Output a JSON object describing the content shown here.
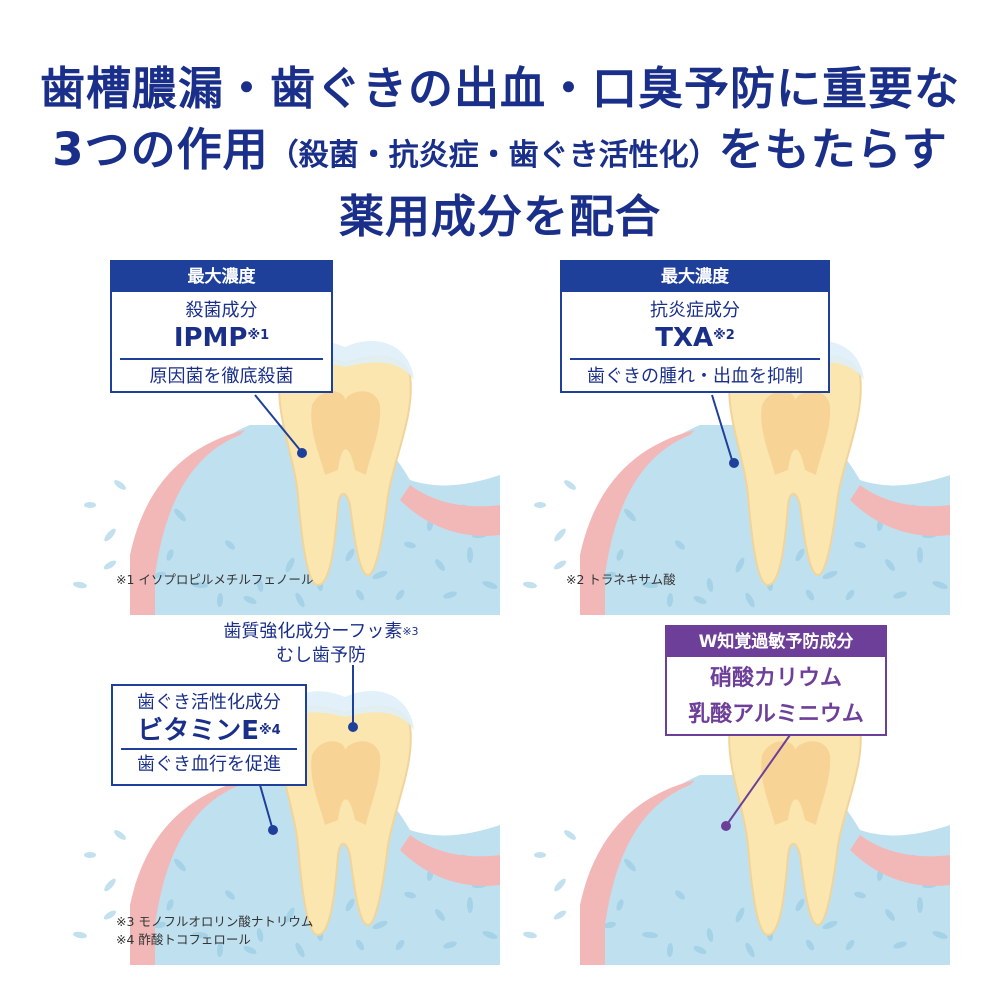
{
  "headline": {
    "line1": "歯槽膿漏・歯ぐきの出血・口臭予防に重要な",
    "line2_start": "3つの作用",
    "line2_paren": "（殺菌・抗炎症・歯ぐき活性化）",
    "line2_end": "をもたらす",
    "line3": "薬用成分を配合"
  },
  "panel1": {
    "header": "最大濃度",
    "type": "殺菌成分",
    "name": "IPMP",
    "note_mark": "※1",
    "effect": "原因菌を徹底殺菌",
    "footnote": "※1 イソプロピルメチルフェノール"
  },
  "panel2": {
    "header": "最大濃度",
    "type": "抗炎症成分",
    "name": "TXA",
    "note_mark": "※2",
    "effect": "歯ぐきの腫れ・出血を抑制",
    "footnote": "※2 トラネキサム酸"
  },
  "panel3": {
    "fluoride_text": "歯質強化成分ーフッ素",
    "fluoride_mark": "※3",
    "fluoride_effect": "むし歯予防",
    "type": "歯ぐき活性化成分",
    "name": "ビタミンE",
    "note_mark": "※4",
    "effect": "歯ぐき血行を促進",
    "footnote3": "※3 モノフルオロリン酸ナトリウム",
    "footnote4": "※4 酢酸トコフェロール"
  },
  "panel4": {
    "header": "W知覚過敏予防成分",
    "line1": "硝酸カリウム",
    "line2": "乳酸アルミニウム"
  },
  "colors": {
    "navy": "#1e3f9a",
    "purple": "#6e3f99",
    "gum": "#f2b8b8",
    "bone": "#bfe0ef",
    "tooth": "#fbe6b0"
  }
}
